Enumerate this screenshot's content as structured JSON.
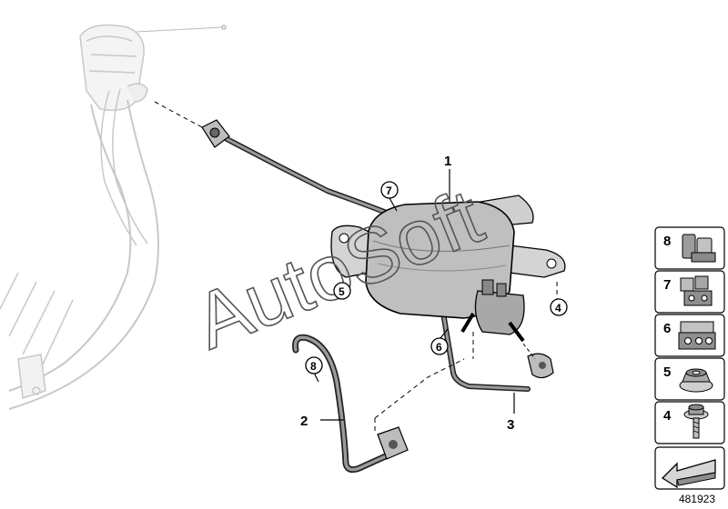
{
  "diagram": {
    "diagram_number": "481923",
    "watermark_text": "AutoSoft",
    "callouts": {
      "c1": "1",
      "c2": "2",
      "c3": "3",
      "c4": "4",
      "c5": "5",
      "c6": "6",
      "c7": "7",
      "c8": "8"
    },
    "legend": [
      {
        "number": "8",
        "icon": "hose-clip-double-icon"
      },
      {
        "number": "7",
        "icon": "hose-clip-triple-icon"
      },
      {
        "number": "6",
        "icon": "hose-clip-quad-icon"
      },
      {
        "number": "5",
        "icon": "nut-icon"
      },
      {
        "number": "4",
        "icon": "bolt-icon"
      }
    ],
    "nav_icon": "arrow-back-icon"
  }
}
